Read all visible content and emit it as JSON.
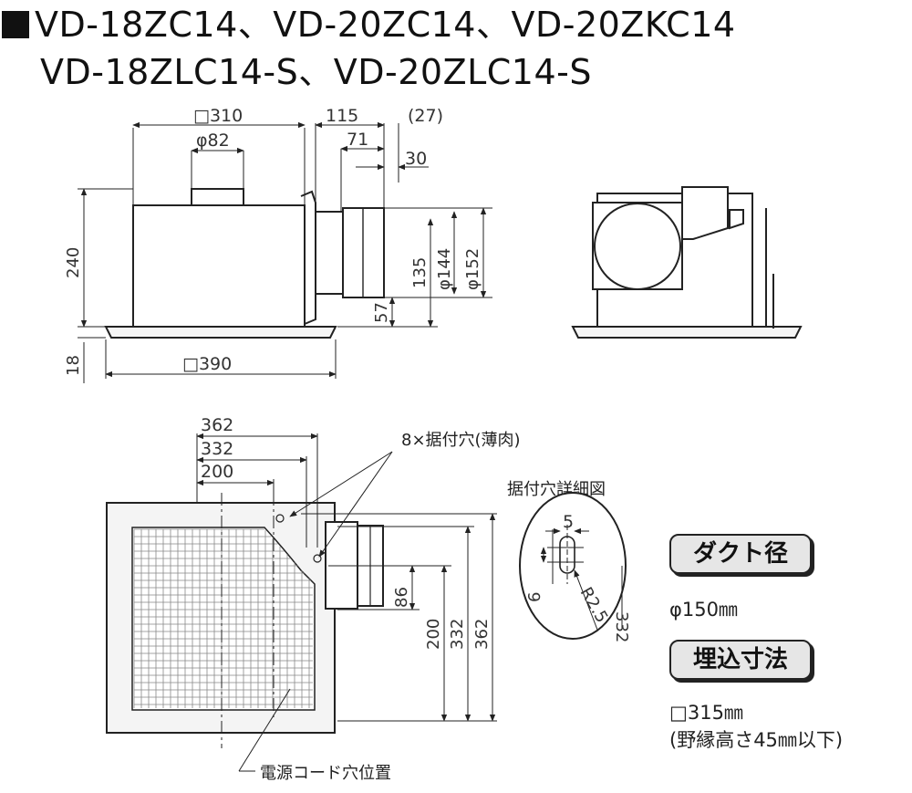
{
  "title": {
    "line1": "VD-18ZC14、VD-20ZC14、VD-20ZKC14",
    "line2": "VD-18ZLC14-S、VD-20ZLC14-S"
  },
  "side_view": {
    "width_top": "□310",
    "duct_phi": "φ82",
    "d115": "115",
    "d27": "(27)",
    "d71": "71",
    "d30": "30",
    "height": "240",
    "d135": "135",
    "phi144": "φ144",
    "phi152": "φ152",
    "d57": "57",
    "d18": "18",
    "width_bottom": "□390"
  },
  "plan_view": {
    "d362": "362",
    "d332": "332",
    "d200": "200",
    "v86": "86",
    "v200": "200",
    "v332a": "332",
    "v362": "362",
    "mount_holes": "8×据付穴(薄肉)",
    "cord_hole": "電源コード穴位置"
  },
  "detail": {
    "title": "据付穴詳細図",
    "d5": "5",
    "d6": "6",
    "r25": "R2.5",
    "d332": "332"
  },
  "specs": {
    "duct_label": "ダクト径",
    "duct_value": "φ150㎜",
    "embed_label": "埋込寸法",
    "embed_value": "□315㎜",
    "embed_note": "(野縁高さ45㎜以下)"
  }
}
